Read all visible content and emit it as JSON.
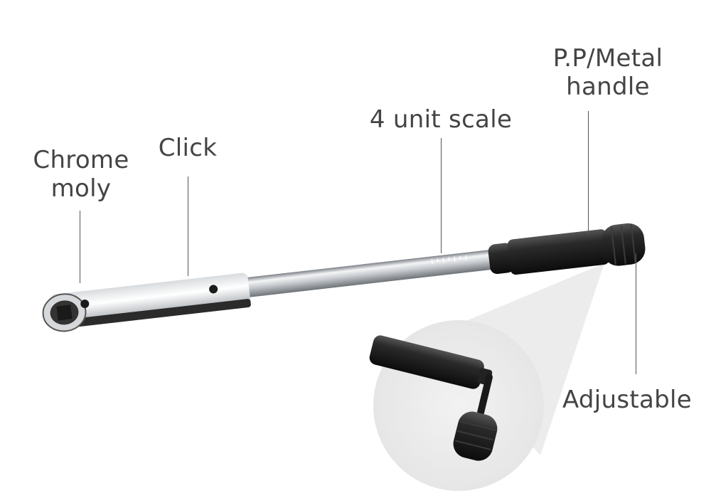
{
  "labels": {
    "chrome_moly": {
      "line1": "Chrome",
      "line2": "moly"
    },
    "click": "Click",
    "scale": "4 unit scale",
    "handle": {
      "line1": "P.P/Metal",
      "line2": "handle"
    },
    "adjustable": "Adjustable"
  },
  "colors": {
    "text": "#444444",
    "leader_line": "#555555",
    "chrome": "#c8ccd0",
    "grip": "#1c1c1c",
    "inset_background": "#ececec"
  },
  "icons": [
    "torque-wrench",
    "ratchet-head",
    "rubber-grip",
    "adjuster-knob"
  ]
}
